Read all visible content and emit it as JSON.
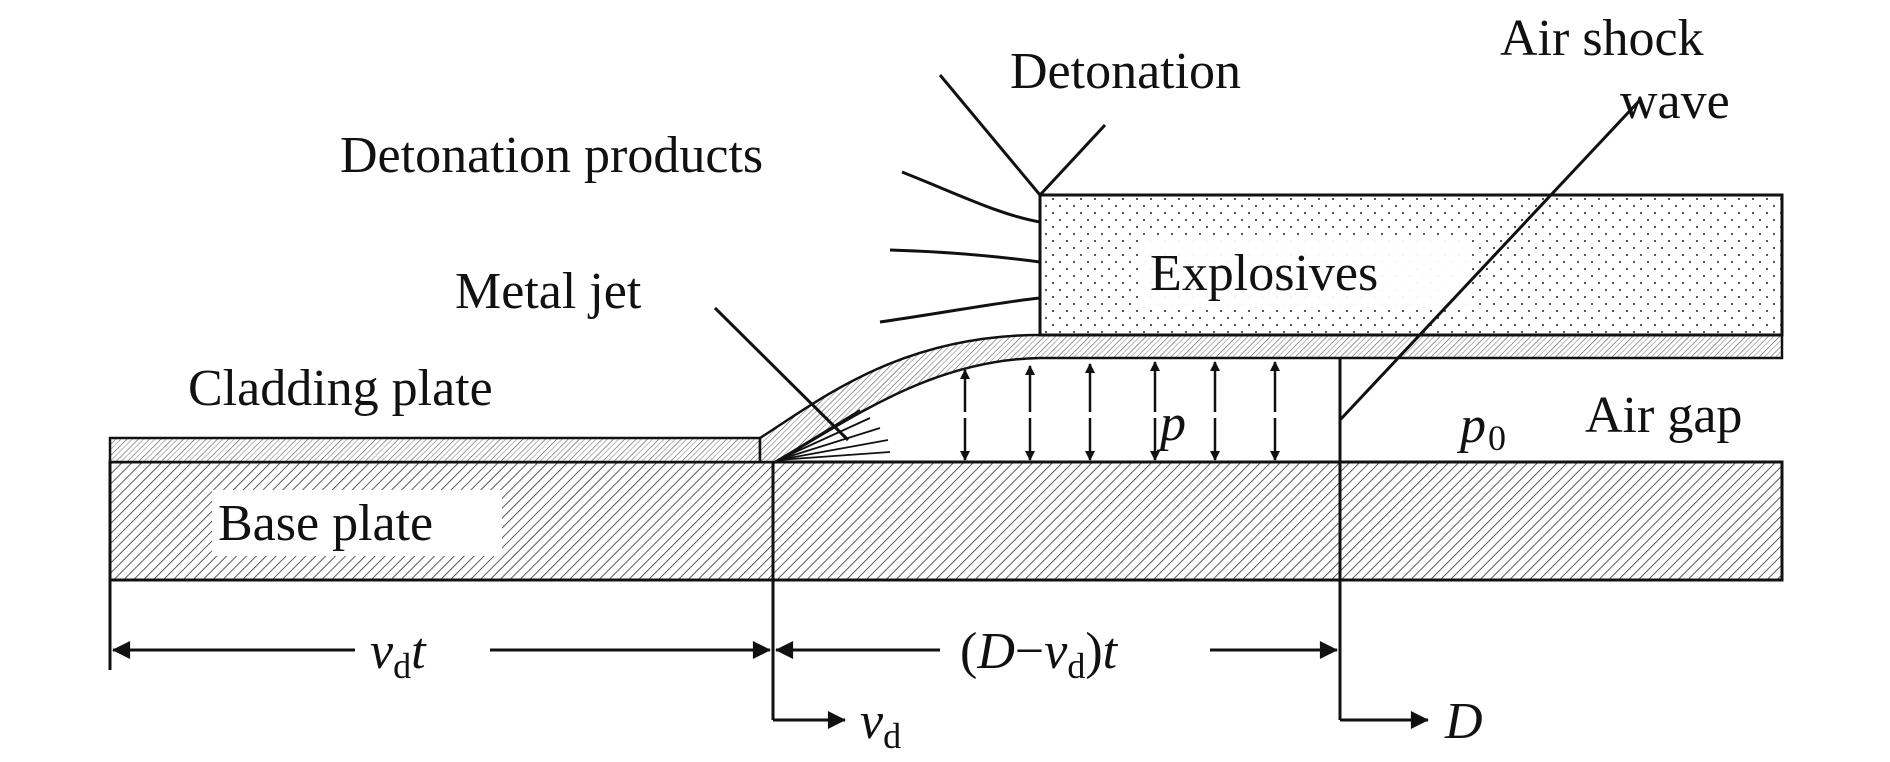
{
  "labels": {
    "detonation": "Detonation",
    "detonation_products": "Detonation products",
    "air_shock_wave_line1": "Air shock",
    "air_shock_wave_line2": "wave",
    "explosives": "Explosives",
    "metal_jet": "Metal jet",
    "cladding_plate": "Cladding plate",
    "air_gap": "Air gap",
    "base_plate": "Base plate"
  },
  "symbols": {
    "pressure": "p",
    "ambient_pressure": "p",
    "ambient_pressure_sub": "0",
    "vd_var": "v",
    "vd_sub": "d",
    "time": "t",
    "D": "D",
    "open_paren": "(",
    "minus": "−",
    "close_paren": ")"
  },
  "colors": {
    "ink": "#111111",
    "background": "#ffffff"
  }
}
